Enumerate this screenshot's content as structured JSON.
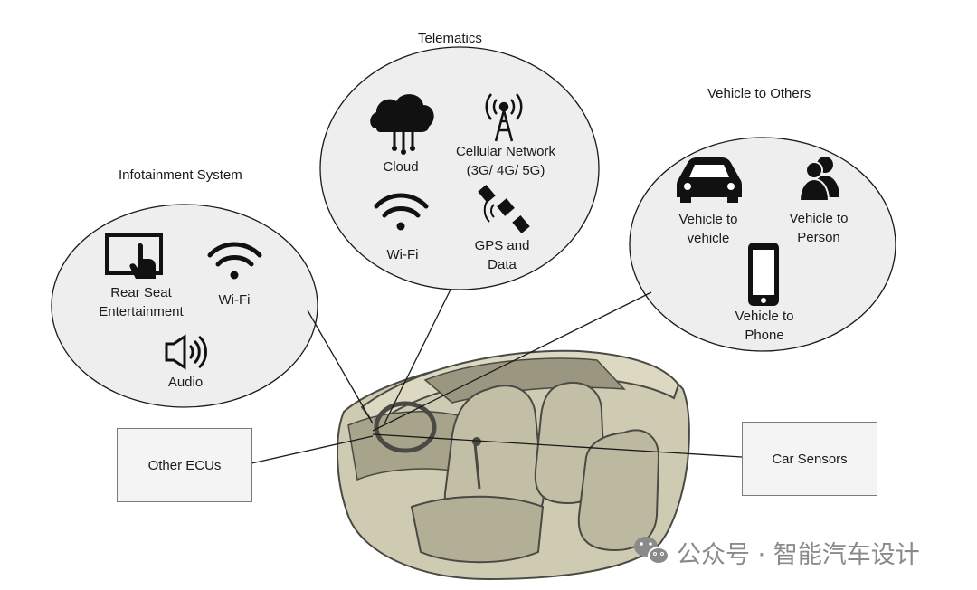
{
  "groups": {
    "infotainment": {
      "title": "Infotainment System",
      "items": [
        {
          "label": "Rear Seat\nEntertainment",
          "icon": "touchscreen-icon"
        },
        {
          "label": "Wi-Fi",
          "icon": "wifi-icon"
        },
        {
          "label": "Audio",
          "icon": "speaker-icon"
        }
      ]
    },
    "telematics": {
      "title": "Telematics",
      "items": [
        {
          "label": "Cloud",
          "icon": "cloud-icon"
        },
        {
          "label": "Cellular Network\n(3G/ 4G/ 5G)",
          "icon": "antenna-tower-icon"
        },
        {
          "label": "Wi-Fi",
          "icon": "wifi-icon"
        },
        {
          "label": "GPS and\nData",
          "icon": "satellite-icon"
        }
      ]
    },
    "v2x": {
      "title": "Vehicle to Others",
      "items": [
        {
          "label": "Vehicle to\nvehicle",
          "icon": "car-icon"
        },
        {
          "label": "Vehicle to\nPerson",
          "icon": "people-icon"
        },
        {
          "label": "Vehicle to\nPhone",
          "icon": "smartphone-icon"
        }
      ]
    }
  },
  "boxes": {
    "other_ecus": "Other ECUs",
    "car_sensors": "Car Sensors"
  },
  "watermark": {
    "text": "公众号 · 智能汽车设计",
    "icon": "wechat-icon"
  },
  "colors": {
    "circle_fill": "#eeeeee",
    "line": "#1a1a1a",
    "car_body": "#b9b59e",
    "car_dark": "#4a4a44"
  }
}
